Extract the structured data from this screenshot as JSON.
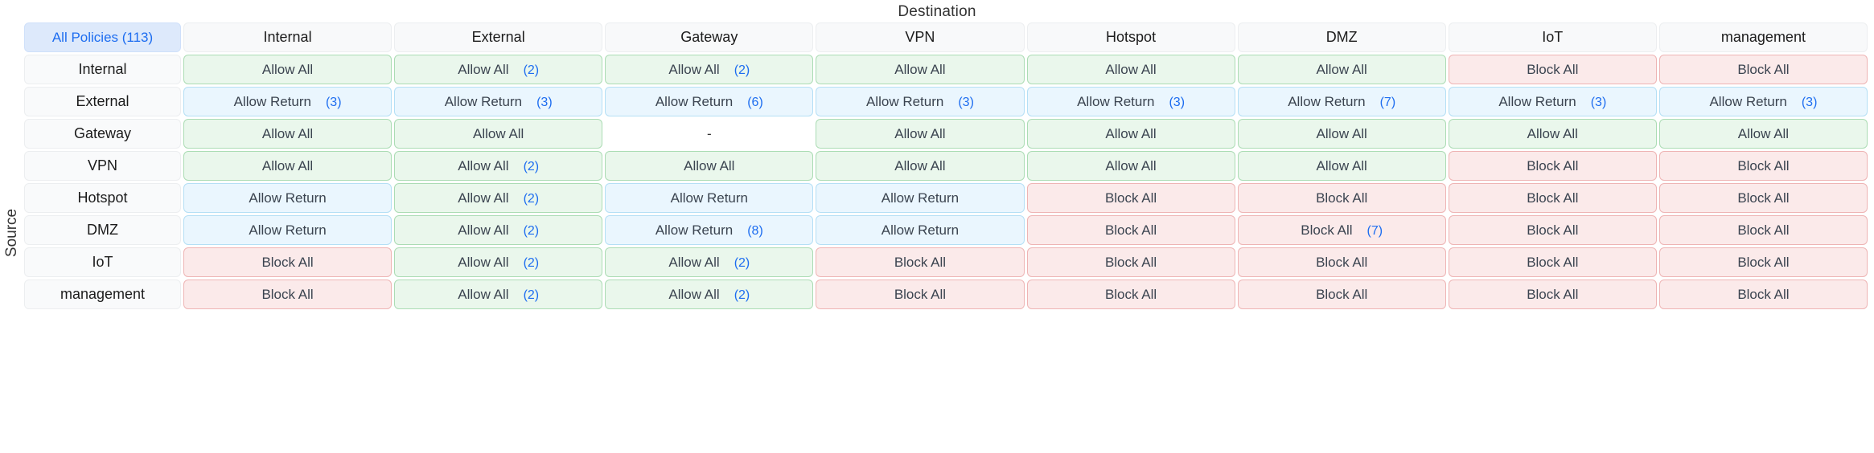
{
  "captions": {
    "destination": "Destination",
    "source": "Source"
  },
  "corner": {
    "label": "All Policies (113)"
  },
  "columns": [
    "Internal",
    "External",
    "Gateway",
    "VPN",
    "Hotspot",
    "DMZ",
    "IoT",
    "management"
  ],
  "rows": [
    {
      "label": "Internal",
      "cells": [
        {
          "text": "Allow All",
          "count": "",
          "kind": "allow"
        },
        {
          "text": "Allow All",
          "count": "(2)",
          "kind": "allow"
        },
        {
          "text": "Allow All",
          "count": "(2)",
          "kind": "allow"
        },
        {
          "text": "Allow All",
          "count": "",
          "kind": "allow"
        },
        {
          "text": "Allow All",
          "count": "",
          "kind": "allow"
        },
        {
          "text": "Allow All",
          "count": "",
          "kind": "allow"
        },
        {
          "text": "Block All",
          "count": "",
          "kind": "block"
        },
        {
          "text": "Block All",
          "count": "",
          "kind": "block"
        }
      ]
    },
    {
      "label": "External",
      "cells": [
        {
          "text": "Allow Return",
          "count": "(3)",
          "kind": "ret"
        },
        {
          "text": "Allow Return",
          "count": "(3)",
          "kind": "ret"
        },
        {
          "text": "Allow Return",
          "count": "(6)",
          "kind": "ret"
        },
        {
          "text": "Allow Return",
          "count": "(3)",
          "kind": "ret"
        },
        {
          "text": "Allow Return",
          "count": "(3)",
          "kind": "ret"
        },
        {
          "text": "Allow Return",
          "count": "(7)",
          "kind": "ret"
        },
        {
          "text": "Allow Return",
          "count": "(3)",
          "kind": "ret"
        },
        {
          "text": "Allow Return",
          "count": "(3)",
          "kind": "ret"
        }
      ]
    },
    {
      "label": "Gateway",
      "cells": [
        {
          "text": "Allow All",
          "count": "",
          "kind": "allow"
        },
        {
          "text": "Allow All",
          "count": "",
          "kind": "allow"
        },
        {
          "text": "-",
          "count": "",
          "kind": "none"
        },
        {
          "text": "Allow All",
          "count": "",
          "kind": "allow"
        },
        {
          "text": "Allow All",
          "count": "",
          "kind": "allow"
        },
        {
          "text": "Allow All",
          "count": "",
          "kind": "allow"
        },
        {
          "text": "Allow All",
          "count": "",
          "kind": "allow"
        },
        {
          "text": "Allow All",
          "count": "",
          "kind": "allow"
        }
      ]
    },
    {
      "label": "VPN",
      "cells": [
        {
          "text": "Allow All",
          "count": "",
          "kind": "allow"
        },
        {
          "text": "Allow All",
          "count": "(2)",
          "kind": "allow"
        },
        {
          "text": "Allow All",
          "count": "",
          "kind": "allow"
        },
        {
          "text": "Allow All",
          "count": "",
          "kind": "allow"
        },
        {
          "text": "Allow All",
          "count": "",
          "kind": "allow"
        },
        {
          "text": "Allow All",
          "count": "",
          "kind": "allow"
        },
        {
          "text": "Block All",
          "count": "",
          "kind": "block"
        },
        {
          "text": "Block All",
          "count": "",
          "kind": "block"
        }
      ]
    },
    {
      "label": "Hotspot",
      "cells": [
        {
          "text": "Allow Return",
          "count": "",
          "kind": "ret"
        },
        {
          "text": "Allow All",
          "count": "(2)",
          "kind": "allow"
        },
        {
          "text": "Allow Return",
          "count": "",
          "kind": "ret"
        },
        {
          "text": "Allow Return",
          "count": "",
          "kind": "ret"
        },
        {
          "text": "Block All",
          "count": "",
          "kind": "block"
        },
        {
          "text": "Block All",
          "count": "",
          "kind": "block"
        },
        {
          "text": "Block All",
          "count": "",
          "kind": "block"
        },
        {
          "text": "Block All",
          "count": "",
          "kind": "block"
        }
      ]
    },
    {
      "label": "DMZ",
      "cells": [
        {
          "text": "Allow Return",
          "count": "",
          "kind": "ret"
        },
        {
          "text": "Allow All",
          "count": "(2)",
          "kind": "allow"
        },
        {
          "text": "Allow Return",
          "count": "(8)",
          "kind": "ret"
        },
        {
          "text": "Allow Return",
          "count": "",
          "kind": "ret"
        },
        {
          "text": "Block All",
          "count": "",
          "kind": "block"
        },
        {
          "text": "Block All",
          "count": "(7)",
          "kind": "block"
        },
        {
          "text": "Block All",
          "count": "",
          "kind": "block"
        },
        {
          "text": "Block All",
          "count": "",
          "kind": "block"
        }
      ]
    },
    {
      "label": "IoT",
      "cells": [
        {
          "text": "Block All",
          "count": "",
          "kind": "block"
        },
        {
          "text": "Allow All",
          "count": "(2)",
          "kind": "allow"
        },
        {
          "text": "Allow All",
          "count": "(2)",
          "kind": "allow"
        },
        {
          "text": "Block All",
          "count": "",
          "kind": "block"
        },
        {
          "text": "Block All",
          "count": "",
          "kind": "block"
        },
        {
          "text": "Block All",
          "count": "",
          "kind": "block"
        },
        {
          "text": "Block All",
          "count": "",
          "kind": "block"
        },
        {
          "text": "Block All",
          "count": "",
          "kind": "block"
        }
      ]
    },
    {
      "label": "management",
      "cells": [
        {
          "text": "Block All",
          "count": "",
          "kind": "block"
        },
        {
          "text": "Allow All",
          "count": "(2)",
          "kind": "allow"
        },
        {
          "text": "Allow All",
          "count": "(2)",
          "kind": "allow"
        },
        {
          "text": "Block All",
          "count": "",
          "kind": "block"
        },
        {
          "text": "Block All",
          "count": "",
          "kind": "block"
        },
        {
          "text": "Block All",
          "count": "",
          "kind": "block"
        },
        {
          "text": "Block All",
          "count": "",
          "kind": "block"
        },
        {
          "text": "Block All",
          "count": "",
          "kind": "block"
        }
      ]
    }
  ],
  "colors": {
    "allow_bg": "#eaf7ec",
    "allow_border": "#abdcb4",
    "return_bg": "#eaf6fe",
    "return_border": "#b4dff5",
    "block_bg": "#fbeaea",
    "block_border": "#eeb4b4",
    "header_bg": "#f8f9fa",
    "corner_bg": "#dde9fb",
    "accent": "#1d6df0"
  }
}
